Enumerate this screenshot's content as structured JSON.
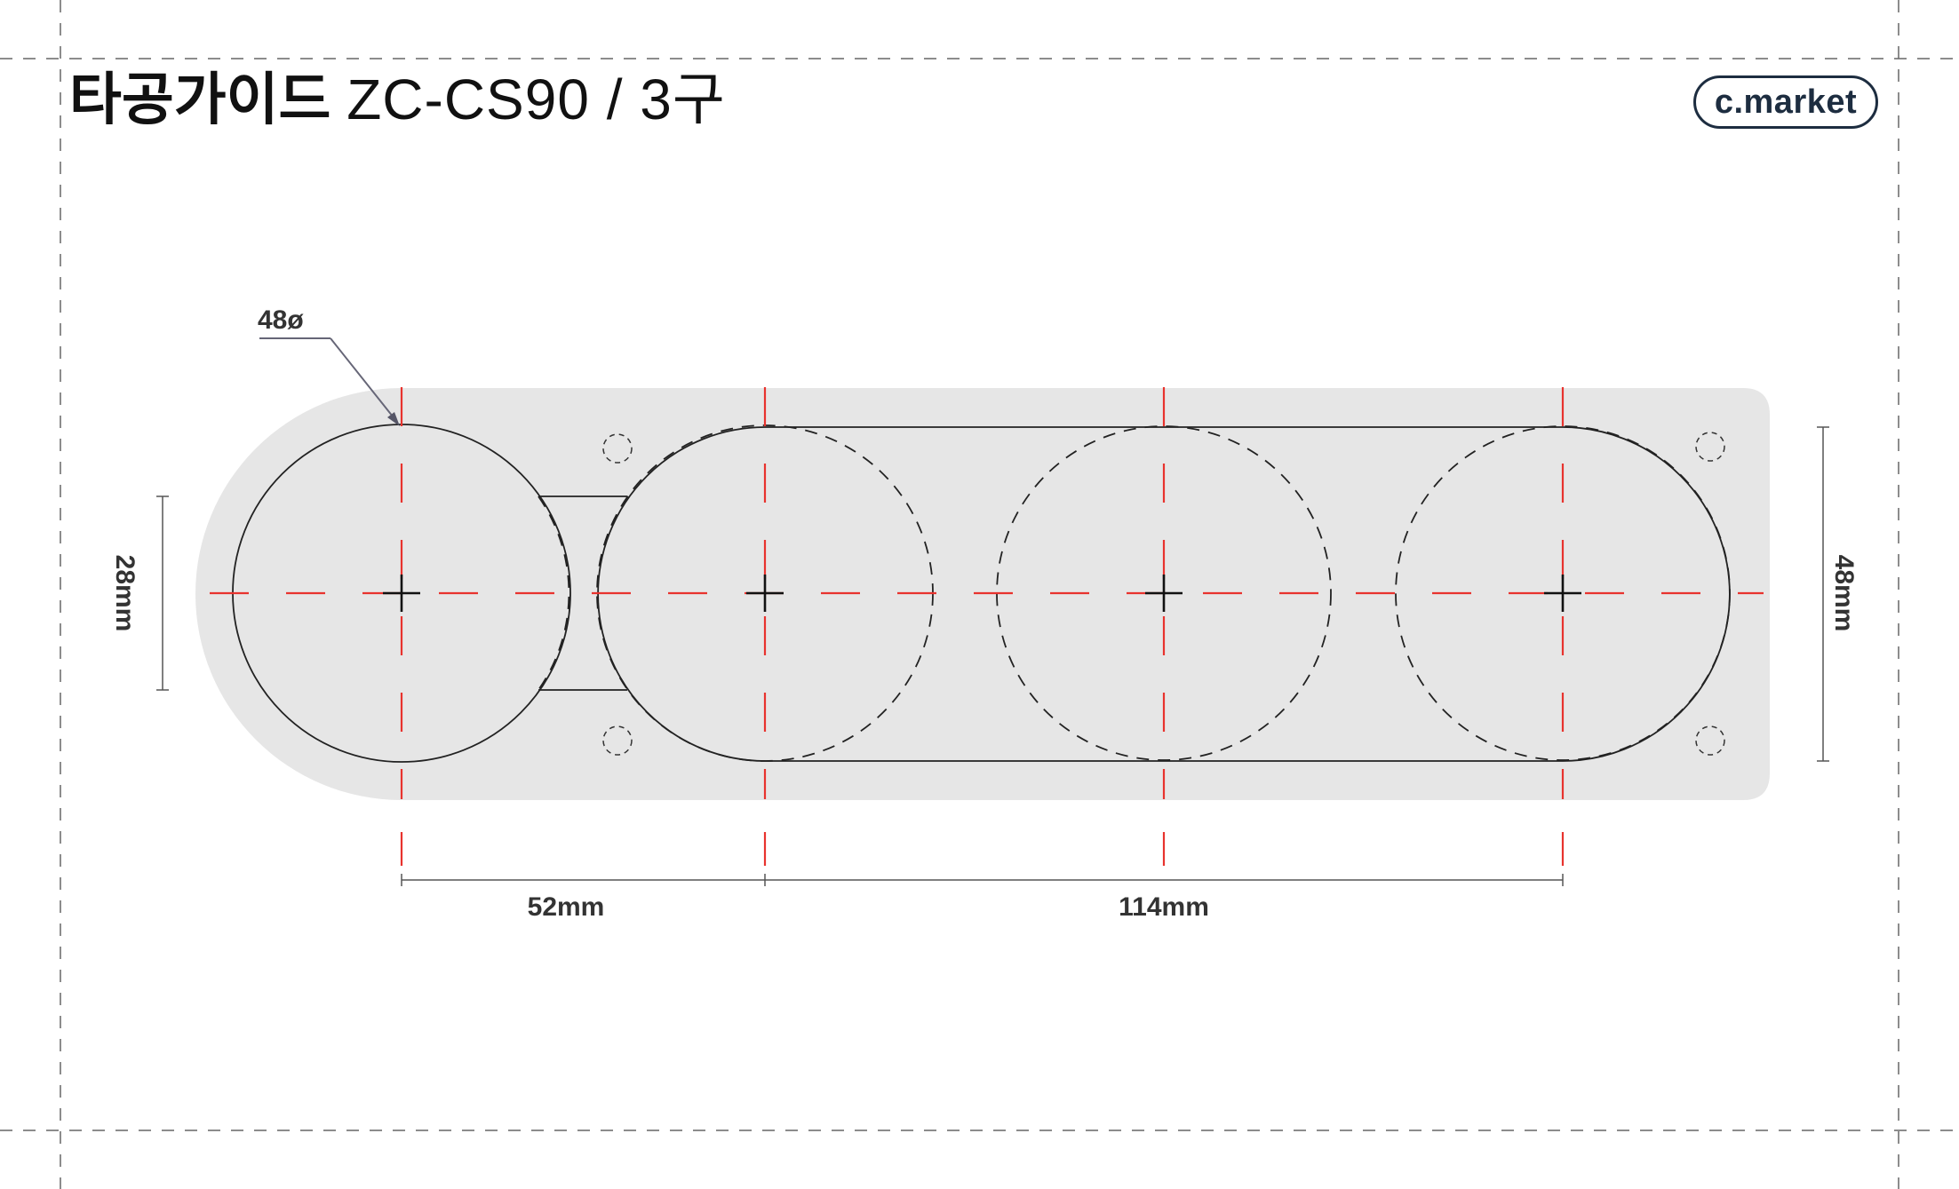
{
  "header": {
    "title_bold": "타공가이드",
    "title_light": "ZC-CS90 / 3구"
  },
  "logo": {
    "text": "c.market"
  },
  "dimensions": {
    "hole_diameter": "48ø",
    "left_height": "28mm",
    "right_height": "48mm",
    "spacing_first": "52mm",
    "spacing_total": "114mm"
  },
  "colors": {
    "plate_fill": "#e6e6e6",
    "center_line": "#e8332e",
    "outline": "#222222",
    "logo": "#1d2d40"
  }
}
